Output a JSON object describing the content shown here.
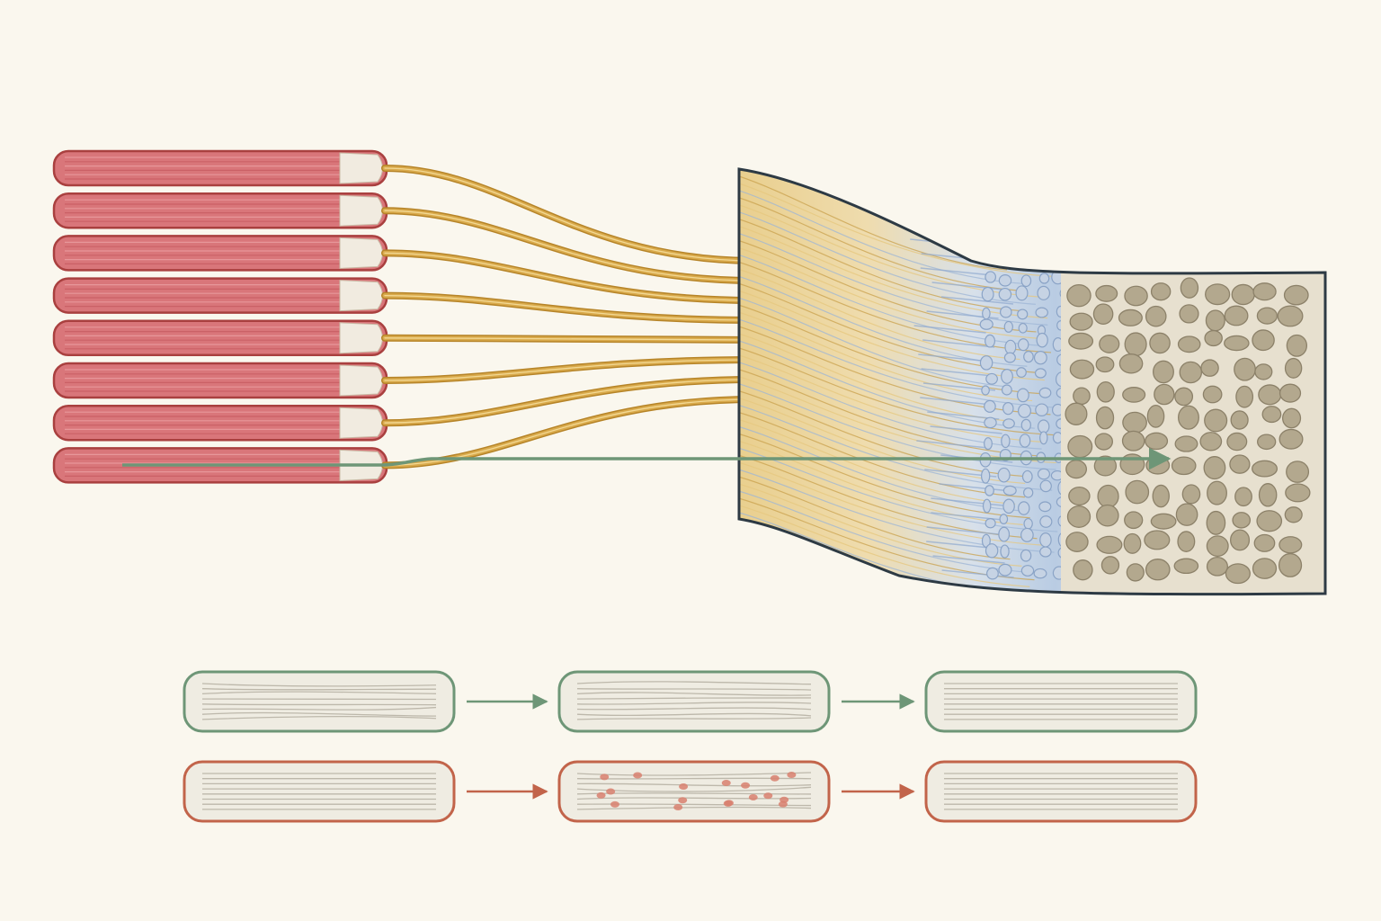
{
  "colors": {
    "background": "#faf7ee",
    "muscle_fill": "#d9767a",
    "muscle_stroke": "#a9403f",
    "tendon": "#d9aa4c",
    "tendon_dark": "#b68428",
    "fibrocartilage": "#a9bfdc",
    "bone": "#e7e0cf",
    "bone_pore": "#b3a88e",
    "outline": "#2d3a44",
    "normal_pathway": "#6e9677",
    "injury_pathway": "#c2644a",
    "fascicle_fill": "#efece2",
    "fascicle_fiber": "#bdb8ab",
    "injury_cells": "#d8806e"
  },
  "muscle_fibers": {
    "count": 8
  },
  "load_arrow": {
    "direction": "muscle-to-bone",
    "icon": "arrow-right-icon"
  },
  "healing_sequences": [
    {
      "id": "normal",
      "stages": 3,
      "stroke_color": "#6e9677",
      "icon": "arrow-right-icon"
    },
    {
      "id": "injury",
      "stages": 3,
      "stroke_color": "#c2644a",
      "icon": "arrow-right-icon"
    }
  ]
}
